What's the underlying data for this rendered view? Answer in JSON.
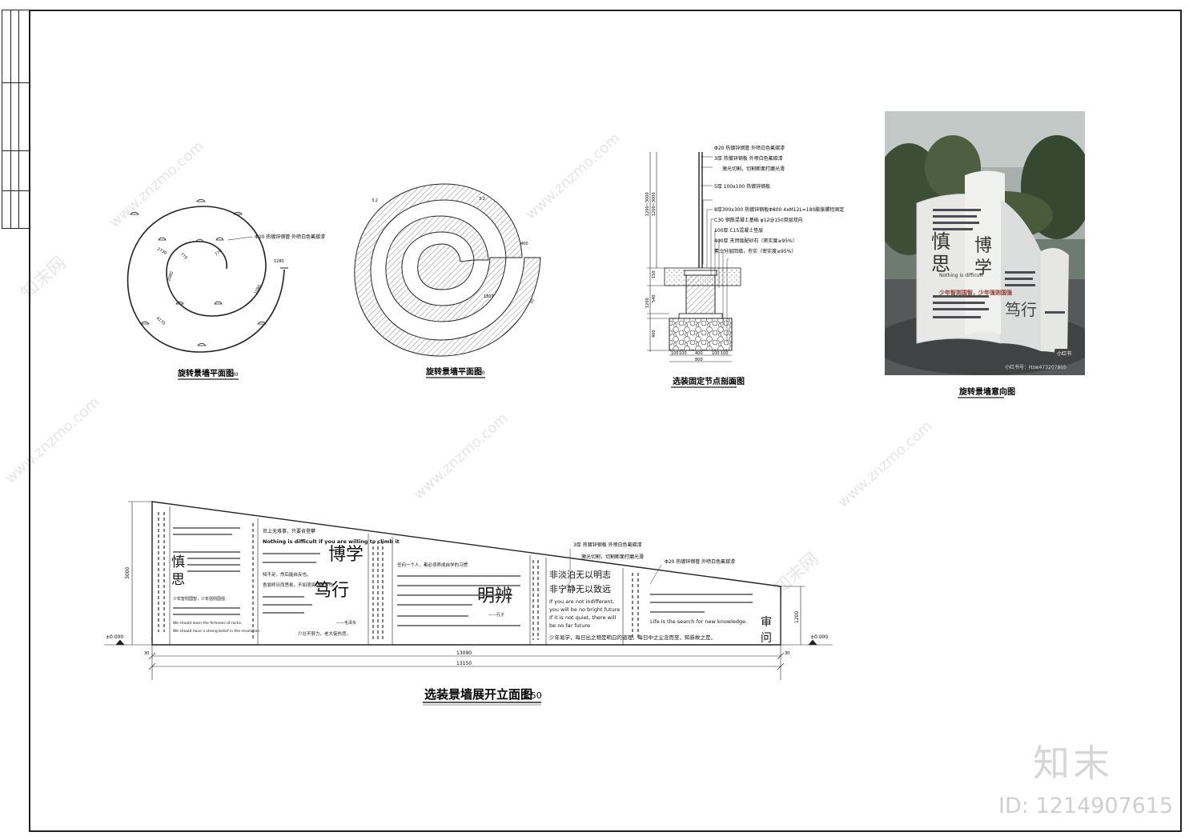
{
  "watermark": {
    "site": "www.znzmo.com",
    "brand": "知末网",
    "logo": "知末",
    "id": "ID: 1214907615"
  },
  "plan1": {
    "caption": "旋转景墙平面图",
    "scale": "1:30",
    "callout": "Φ20 热镀锌钢管 外喷白色氟碳漆",
    "dims": [
      "2730",
      "770",
      "770",
      "1280",
      "1080",
      "2080",
      "4270"
    ]
  },
  "plan2": {
    "caption": "旋转景墙平面图",
    "scale": "1:30",
    "dims": [
      "400",
      "1807",
      "50"
    ]
  },
  "section": {
    "caption": "选装固定节点剖面图",
    "scale": "1:20",
    "callouts": [
      "Φ20 热镀锌钢管 外喷白色氟碳漆",
      "3厚 热镀锌钢板 外喷白色氟碳漆",
      "激光切割，切割断面打磨光滑",
      "5厚 100x100 热镀锌钢板",
      "8厚300x300 热镀锌钢板Φ800 4xM12L=180膨胀螺栓固定",
      "C30 钢筋混凝土基础 φ12@150双层双向",
      "100厚 C15混凝土垫层",
      "400厚 天然级配砂石（密实度≥95%）",
      "素土分层回填，夯实（密实度≥95%）"
    ],
    "dims_vert": [
      "1200~3000",
      "1200~3000",
      "150",
      "540",
      "1200",
      "400"
    ],
    "dims_horz": [
      "100",
      "100",
      "400",
      "100",
      "100"
    ],
    "dim_total": "800"
  },
  "photo": {
    "caption": "旋转景墙意向图",
    "big_chars": [
      "慎",
      "思",
      "博",
      "学",
      "笃行"
    ],
    "small_text": [
      "少年智则国智，少年强则国强",
      "Nothing is difficult",
      "小红书号：Hzw473207805"
    ],
    "badge": "小红书"
  },
  "elevation": {
    "caption": "选装景墙展开立面图",
    "scale": "1:50",
    "height_label": "3000",
    "end_height": "1200",
    "level_left": "±0.000",
    "level_right": "±0.000",
    "dim_inner": "13090",
    "dim_outer": "13150",
    "dim_edge_left": "30",
    "dim_edge_right": "30",
    "callout1": "3厚 热镀锌钢板 外喷白色氟碳漆",
    "callout1b": "激光切割，切割断面打磨光滑",
    "callout2": "Φ20 热镀锌钢管 外喷白色氟碳漆",
    "big_chars": [
      "慎",
      "思",
      "博学",
      "笃行",
      "明辨",
      "审",
      "问"
    ],
    "lines": [
      "世上无难事，只要肯登攀",
      "Nothing is difficult if you are willing to climb it",
      "知不足，然后能自反也。",
      "吾尝终日而思矣，不如须臾之所学也",
      "非淡泊无以明志",
      "非宁静无以致远",
      "If you are not indifferent,",
      "you will be no bright future",
      "If it is not quiet, there will",
      "be no far future",
      "少年易学，每日出之物是明白的道理，每日中之尘念而至，知新故之是。",
      "Life is the search for new knowledge.",
      "We should learn the firmness of rocks.",
      "We should have a strong belief in the revolution",
      "少年智则国智，少年强则国强",
      "少壮不努力，老大徒伤悲。",
      "任何一个人，都必须养成自学的习惯",
      "——毛泽东",
      "——孔子"
    ]
  }
}
